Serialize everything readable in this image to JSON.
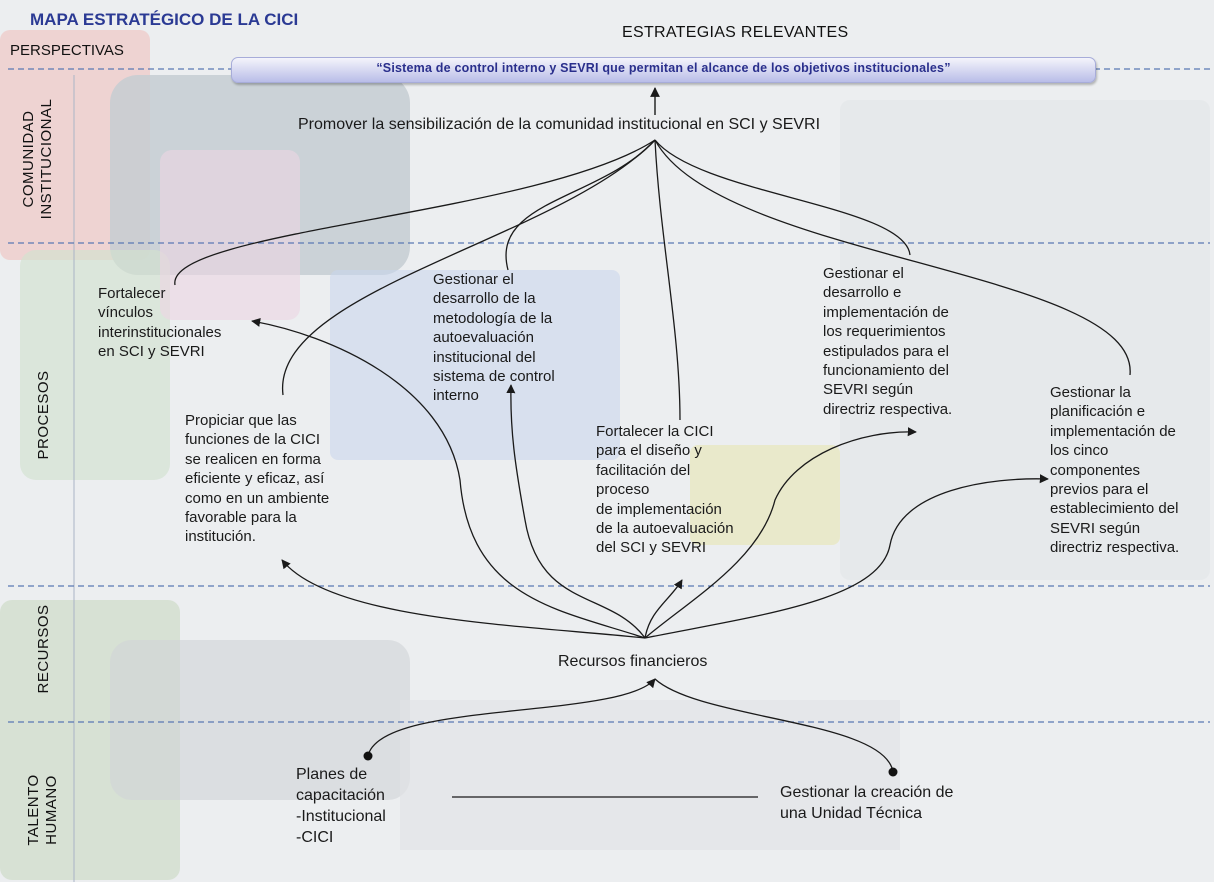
{
  "title": "MAPA ESTRATÉGICO DE LA CICI",
  "perspectives_header": "PERSPECTIVAS",
  "strategies_header": "ESTRATEGIAS RELEVANTES",
  "strategy": "“Sistema de control interno y SEVRI que permitan el alcance de los objetivos institucionales”",
  "perspectives": [
    {
      "label": "COMUNIDAD\nINSTITUCIONAL"
    },
    {
      "label": "PROCESOS"
    },
    {
      "label": "RECURSOS"
    },
    {
      "label": "TALENTO\nHUMANO"
    }
  ],
  "objectives": {
    "comunidad": "Promover  la sensibilización de la comunidad institucional en SCI y SEVRI",
    "vinculos": "Fortalecer\nvínculos\ninterinstitucionales\nen SCI y SEVRI",
    "metodologia": "Gestionar el\ndesarrollo de la\nmetodología de la\nautoevaluación\ninstitucional del\nsistema de control\ninterno",
    "sevri_req": " Gestionar el\ndesarrollo e\nimplementación de\nlos requerimientos\nestipulados para el\nfuncionamiento del\nSEVRI según\ndirectriz respectiva.",
    "funciones": "Propiciar que las\nfunciones de la CICI\nse realicen en forma\neficiente y eficaz, así\ncomo en un ambiente\nfavorable para la\ninstitución.",
    "fortalecer_cici": "Fortalecer la CICI\npara el diseño y\nfacilitación del\nproceso\nde implementación\nde la autoevaluación\ndel SCI y SEVRI",
    "planificacion": "Gestionar la\nplanificación e\nimplementación de\nlos cinco\ncomponentes\nprevios para el\nestablecimiento del\nSEVRI según\ndirectriz respectiva.",
    "recursos": "Recursos financieros",
    "capacitacion": "Planes de\ncapacitación\n-Institucional\n-CICI",
    "unidad": "Gestionar la creación de\nuna Unidad Técnica"
  },
  "colors": {
    "title": "#2b3a94",
    "banner_text": "#2a2f8c",
    "divider": "#5a78b4",
    "connector": "#1a1a1a"
  }
}
